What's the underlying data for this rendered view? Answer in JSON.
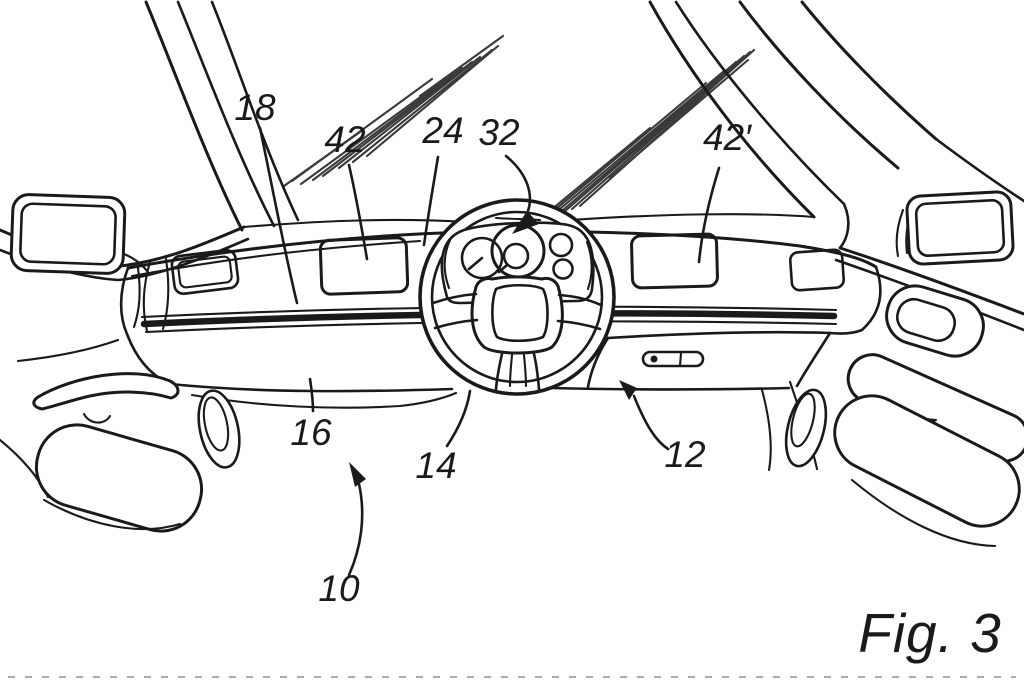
{
  "figure": {
    "caption": "Fig. 3",
    "type": "patent-line-drawing",
    "subject": "vehicle-dashboard-interior-front-view",
    "background": "#ffffff",
    "ink": "#1a1a1a",
    "labels": {
      "l18": "18",
      "l42": "42",
      "l24": "24",
      "l32": "32",
      "l42p": "42′",
      "l16": "16",
      "l14": "14",
      "l12": "12",
      "l10": "10"
    },
    "leaders": {
      "l18": "curve",
      "l42": "curve",
      "l24": "curve",
      "l32": "arrow",
      "l42p": "curve",
      "l16": "curve",
      "l14": "curve",
      "l12": "arrow",
      "l10": "arrow"
    }
  }
}
